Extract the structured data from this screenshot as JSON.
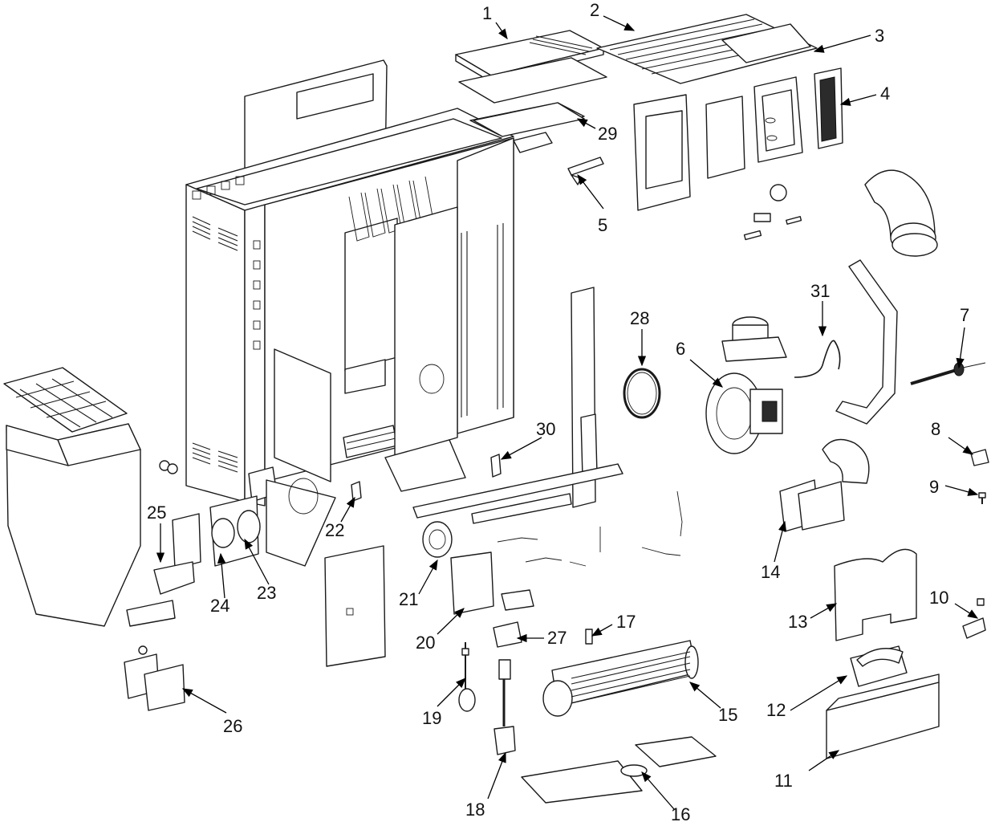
{
  "callouts": [
    {
      "id": "c1",
      "text": "1"
    },
    {
      "id": "c2",
      "text": "2"
    },
    {
      "id": "c3",
      "text": "3"
    },
    {
      "id": "c4",
      "text": "4"
    },
    {
      "id": "c5",
      "text": "5"
    },
    {
      "id": "c6",
      "text": "6"
    },
    {
      "id": "c7",
      "text": "7"
    },
    {
      "id": "c8",
      "text": "8"
    },
    {
      "id": "c9",
      "text": "9"
    },
    {
      "id": "c10",
      "text": "10"
    },
    {
      "id": "c11",
      "text": "11"
    },
    {
      "id": "c12",
      "text": "12"
    },
    {
      "id": "c13",
      "text": "13"
    },
    {
      "id": "c14",
      "text": "14"
    },
    {
      "id": "c15",
      "text": "15"
    },
    {
      "id": "c16",
      "text": "16"
    },
    {
      "id": "c17",
      "text": "17"
    },
    {
      "id": "c18",
      "text": "18"
    },
    {
      "id": "c19",
      "text": "19"
    },
    {
      "id": "c20",
      "text": "20"
    },
    {
      "id": "c21",
      "text": "21"
    },
    {
      "id": "c22",
      "text": "22"
    },
    {
      "id": "c23",
      "text": "23"
    },
    {
      "id": "c24",
      "text": "24"
    },
    {
      "id": "c25",
      "text": "25"
    },
    {
      "id": "c26",
      "text": "26"
    },
    {
      "id": "c27",
      "text": "27"
    },
    {
      "id": "c28",
      "text": "28"
    },
    {
      "id": "c29",
      "text": "29"
    },
    {
      "id": "c30",
      "text": "30"
    },
    {
      "id": "c31",
      "text": "31"
    }
  ],
  "colors": {
    "line": "#1a1a1a",
    "background": "#ffffff"
  }
}
